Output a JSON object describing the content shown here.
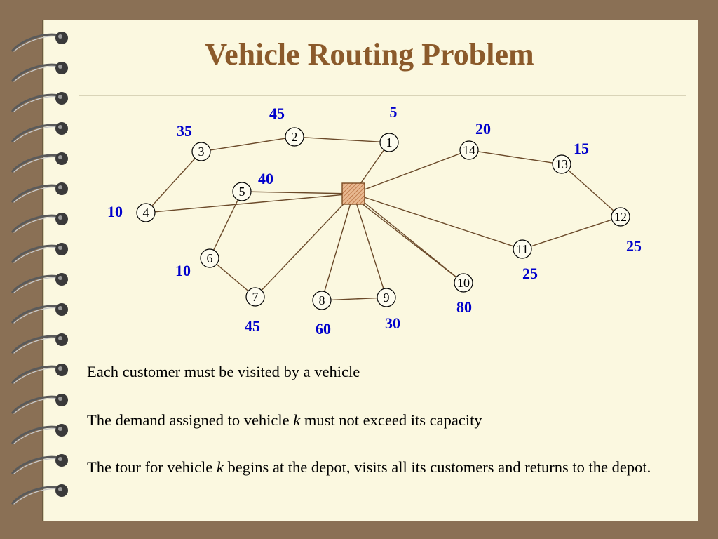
{
  "slide": {
    "title": "Vehicle Routing Problem"
  },
  "graph": {
    "depot": "depot",
    "nodes": [
      {
        "id": "1",
        "label": "1",
        "demand": "5"
      },
      {
        "id": "2",
        "label": "2",
        "demand": "45"
      },
      {
        "id": "3",
        "label": "3",
        "demand": "35"
      },
      {
        "id": "4",
        "label": "4",
        "demand": "10"
      },
      {
        "id": "5",
        "label": "5",
        "demand": "40"
      },
      {
        "id": "6",
        "label": "6",
        "demand": "10"
      },
      {
        "id": "7",
        "label": "7",
        "demand": "45"
      },
      {
        "id": "8",
        "label": "8",
        "demand": "60"
      },
      {
        "id": "9",
        "label": "9",
        "demand": "30"
      },
      {
        "id": "10",
        "label": "10",
        "demand": "80"
      },
      {
        "id": "11",
        "label": "11",
        "demand": "25"
      },
      {
        "id": "12",
        "label": "12",
        "demand": "25"
      },
      {
        "id": "13",
        "label": "13",
        "demand": "15"
      },
      {
        "id": "14",
        "label": "14",
        "demand": "20"
      }
    ],
    "edges": [
      [
        "depot",
        "1"
      ],
      [
        "1",
        "2"
      ],
      [
        "2",
        "3"
      ],
      [
        "3",
        "4"
      ],
      [
        "4",
        "depot"
      ],
      [
        "depot",
        "5"
      ],
      [
        "5",
        "6"
      ],
      [
        "6",
        "7"
      ],
      [
        "7",
        "depot"
      ],
      [
        "depot",
        "8"
      ],
      [
        "8",
        "9"
      ],
      [
        "9",
        "depot"
      ],
      [
        "depot",
        "10"
      ],
      [
        "10",
        "depot-b"
      ],
      [
        "depot",
        "14"
      ],
      [
        "14",
        "13"
      ],
      [
        "13",
        "12"
      ],
      [
        "12",
        "11"
      ],
      [
        "11",
        "depot"
      ]
    ]
  },
  "bullets": {
    "b1": "Each customer must be visited by a vehicle",
    "b2_a": "The demand assigned to vehicle ",
    "b2_k": "k",
    "b2_b": " must not exceed its capacity",
    "b3_a": "The tour for vehicle ",
    "b3_k": "k",
    "b3_b": " begins at the depot, visits all its customers and returns to the depot."
  },
  "colors": {
    "background": "#8a7055",
    "slide": "#fbf8e0",
    "title": "#8b5a2b",
    "demand": "#0000cc",
    "edge": "#6b4a2a",
    "depot_fill": "#e8b890"
  }
}
